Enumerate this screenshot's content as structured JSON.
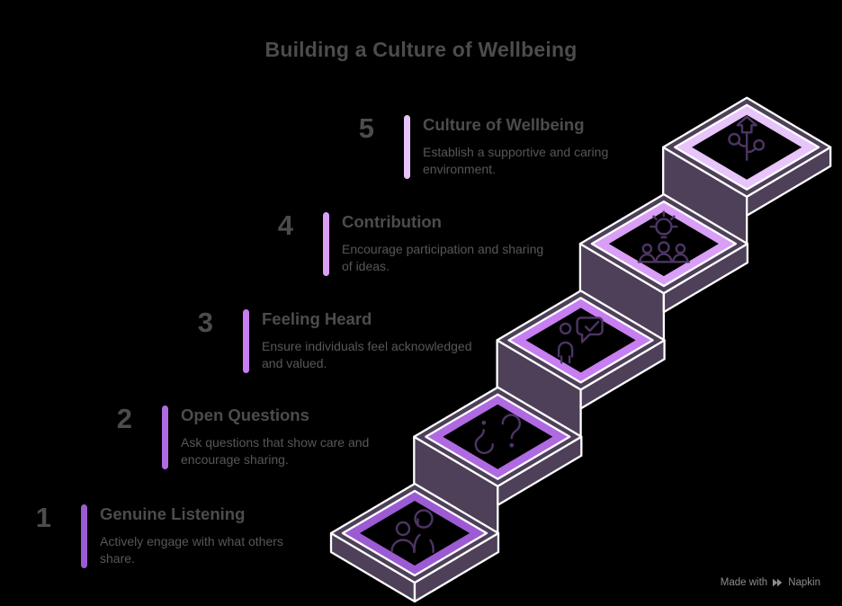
{
  "title": "Building a Culture of Wellbeing",
  "steps": [
    {
      "number": "1",
      "heading": "Genuine Listening",
      "description": "Actively engage with what others share.",
      "accent": "#9C5BD3",
      "icon": "listening-people"
    },
    {
      "number": "2",
      "heading": "Open Questions",
      "description": "Ask questions that show care and encourage sharing.",
      "accent": "#AF6AE2",
      "icon": "question-marks"
    },
    {
      "number": "3",
      "heading": "Feeling Heard",
      "description": "Ensure individuals feel acknowledged and valued.",
      "accent": "#C77EF1",
      "icon": "speech-check"
    },
    {
      "number": "4",
      "heading": "Contribution",
      "description": "Encourage participation and sharing of ideas.",
      "accent": "#D99FF7",
      "icon": "idea-group"
    },
    {
      "number": "5",
      "heading": "Culture of Wellbeing",
      "description": "Establish a supportive and caring environment.",
      "accent": "#E7C4FA",
      "icon": "growth-flower"
    }
  ],
  "colors": {
    "background": "#000000",
    "title_text": "#4C4C4C",
    "heading_text": "#4C4C4C",
    "desc_text": "#575757",
    "watermark_text": "#8D8D8D",
    "block_face": "#4D4058",
    "edge_line": "#FFFFFF",
    "diamond_interior": "#000000",
    "icon_stroke": "#4C3563"
  },
  "watermark": {
    "prefix": "Made with",
    "brand": "Napkin",
    "logo_icon": "napkin-logo"
  }
}
